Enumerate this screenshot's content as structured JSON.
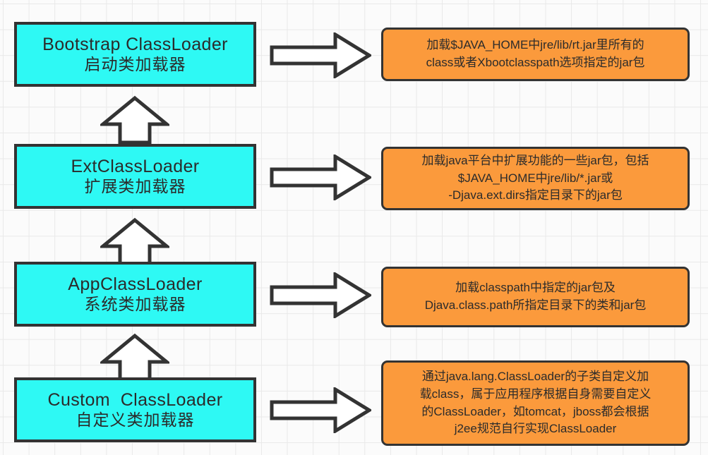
{
  "diagram": {
    "title": "Java ClassLoader hierarchy",
    "colors": {
      "loader_fill": "#2EF9F4",
      "desc_fill": "#FB9A3C",
      "outline": "#333333",
      "grid_line": "#E9E9E9",
      "canvas": "#FBFBFB",
      "arrow_fill": "#FFFFFF"
    },
    "loaders": [
      {
        "en": "Bootstrap ClassLoader",
        "cn": "启动类加载器"
      },
      {
        "en": "ExtClassLoader",
        "cn": "扩展类加载器"
      },
      {
        "en": "AppClassLoader",
        "cn": "系统类加载器"
      },
      {
        "en": "Custom  ClassLoader",
        "cn": "自定义类加载器"
      }
    ],
    "descriptions": [
      "加载$JAVA_HOME中jre/lib/rt.jar里所有的\nclass或者Xbootclasspath选项指定的jar包",
      "加载java平台中扩展功能的一些jar包，包括\n$JAVA_HOME中jre/lib/*.jar或\n-Djava.ext.dirs指定目录下的jar包",
      "加载classpath中指定的jar包及\nDjava.class.path所指定目录下的类和jar包",
      "通过java.lang.ClassLoader的子类自定义加\n载class，属于应用程序根据自身需要自定义\n的ClassLoader，如tomcat，jboss都会根据\nj2ee规范自行实现ClassLoader"
    ],
    "arrows": {
      "up_icon": "arrow-up-icon",
      "right_icon": "arrow-right-icon",
      "up_count": 3,
      "right_count": 4
    }
  }
}
